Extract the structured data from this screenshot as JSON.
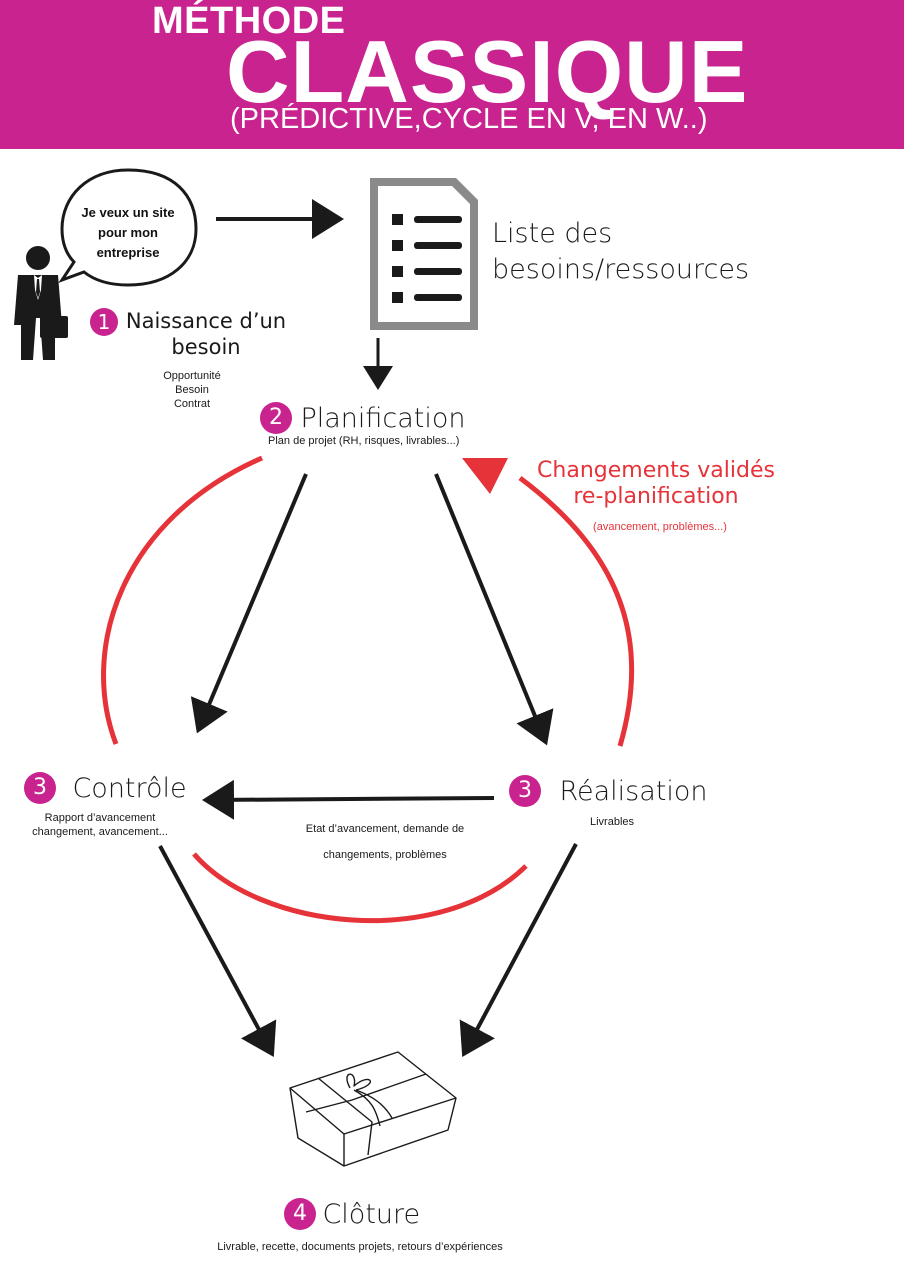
{
  "header": {
    "line1": "MÉTHODE",
    "line2": "CLASSIQUE",
    "line3": "(PRÉDICTIVE,CYCLE EN V, EN W..)"
  },
  "speech_bubble": {
    "text": "Je veux un site pour mon entreprise"
  },
  "document_label": {
    "line1": "Liste des",
    "line2": "besoins/ressources"
  },
  "steps": {
    "naissance": {
      "number": "1",
      "title_line1": "Naissance d’un",
      "title_line2": "besoin",
      "details": [
        "Opportunité",
        "Besoin",
        "Contrat"
      ]
    },
    "planification": {
      "number": "2",
      "title": "Planification",
      "detail": "Plan de projet (RH, risques, livrables...)"
    },
    "controle": {
      "number": "3",
      "title": "Contrôle",
      "detail_line1": "Rapport d’avancement",
      "detail_line2": "changement, avancement..."
    },
    "realisation": {
      "number": "3",
      "title": "Réalisation",
      "detail": "Livrables"
    },
    "cloture": {
      "number": "4",
      "title": "Clôture",
      "detail": "Livrable, recette, documents projets, retours d’expériences"
    }
  },
  "feedback": {
    "line1": "Changements validés",
    "line2": "re-planification",
    "detail": "(avancement, problèmes...)"
  },
  "realisation_to_controle": {
    "line1": "Etat d’avancement, demande de",
    "line2": "changements, problèmes"
  },
  "colors": {
    "banner": "#c8238e",
    "accent_red": "#e63339",
    "arrow": "#1a1a1a"
  }
}
